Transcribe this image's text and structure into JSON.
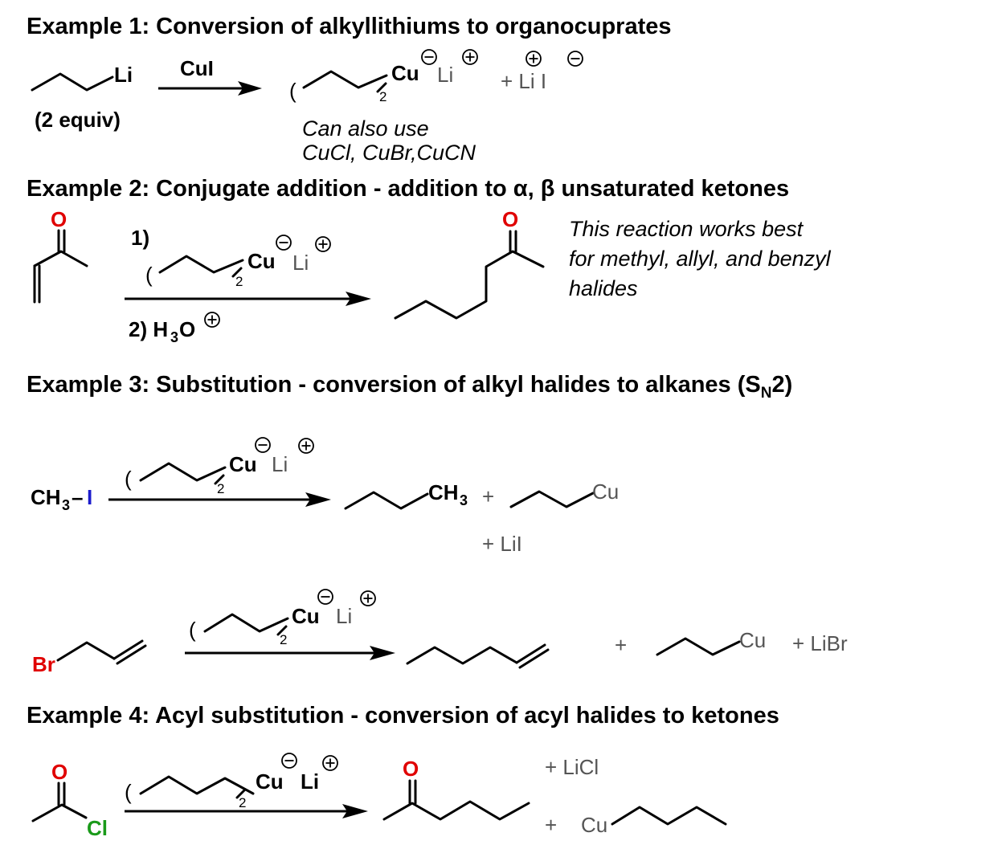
{
  "example1": {
    "title": "Example 1: Conversion of alkyllithiums to organocuprates",
    "reagent_li": "Li",
    "equiv": "(2 equiv)",
    "arrow_reagent": "CuI",
    "paren": "(",
    "cu": "Cu",
    "li": "Li",
    "sub2": "2",
    "byproduct": "+ Li  I",
    "note_line1": "Can also use",
    "note_line2": "CuCl, CuBr,CuCN"
  },
  "example2": {
    "title": "Example 2: Conjugate addition - addition to α, β unsaturated ketones",
    "oxygen": "O",
    "step1": "1)",
    "paren": "(",
    "cu": "Cu",
    "li": "Li",
    "sub2": "2",
    "step2_prefix": "2) H",
    "step2_sub": "3",
    "step2_suffix": "O",
    "note_line1": "This reaction works best",
    "note_line2": "for methyl, allyl, and benzyl",
    "note_line3": "halides"
  },
  "example3": {
    "title_main": "Example 3: Substitution - conversion of alkyl halides to alkanes (S",
    "title_sub": "N",
    "title_end": "2)",
    "substrate_a": "CH",
    "substrate_a_sub": "3",
    "substrate_a_dash": "–",
    "iodine": "I",
    "paren": "(",
    "cu": "Cu",
    "li": "Li",
    "sub2": "2",
    "product_ch3": "CH",
    "product_ch3_sub": "3",
    "plus": "+",
    "side_cu": "Cu",
    "lii": "+ LiI",
    "bromine": "Br",
    "side_cu2": "Cu",
    "libr": "+ LiBr"
  },
  "example4": {
    "title": "Example 4: Acyl substitution - conversion of acyl halides to ketones",
    "oxygen": "O",
    "chlorine": "Cl",
    "paren": "(",
    "cu": "Cu",
    "li": "Li",
    "sub2": "2",
    "licl": "+ LiCl",
    "plus": "+",
    "side_cu": "Cu"
  }
}
